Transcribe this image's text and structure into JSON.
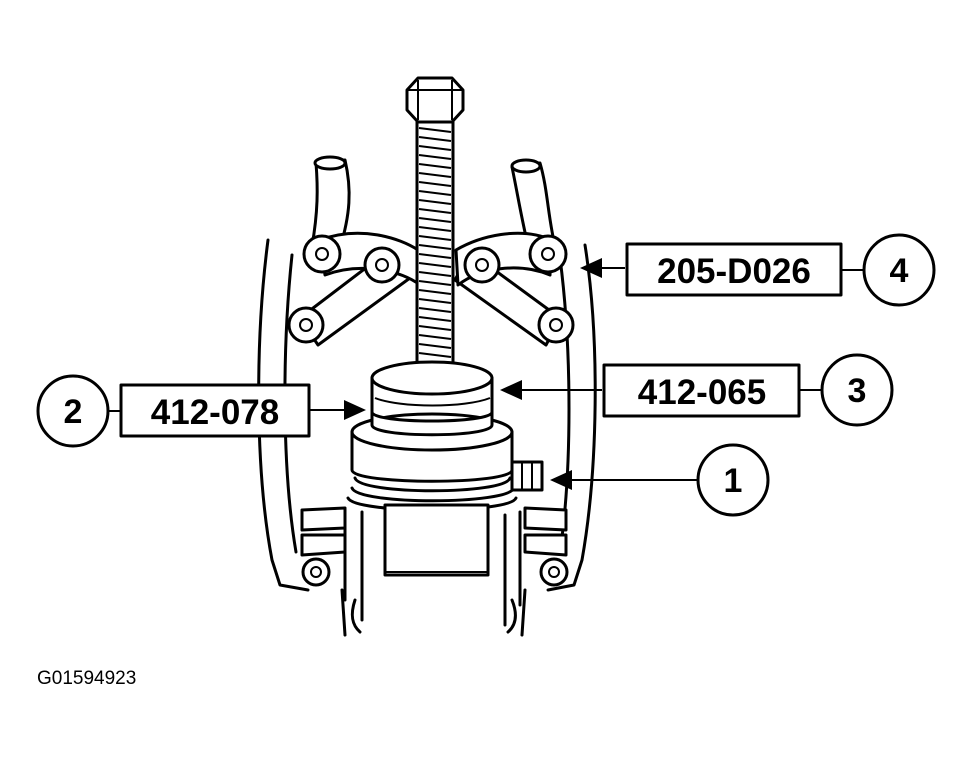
{
  "diagram": {
    "figure_id": "G01594923",
    "callouts": [
      {
        "number": "1",
        "tool": ""
      },
      {
        "number": "2",
        "tool": "412-078"
      },
      {
        "number": "3",
        "tool": "412-065"
      },
      {
        "number": "4",
        "tool": "205-D026"
      }
    ]
  }
}
